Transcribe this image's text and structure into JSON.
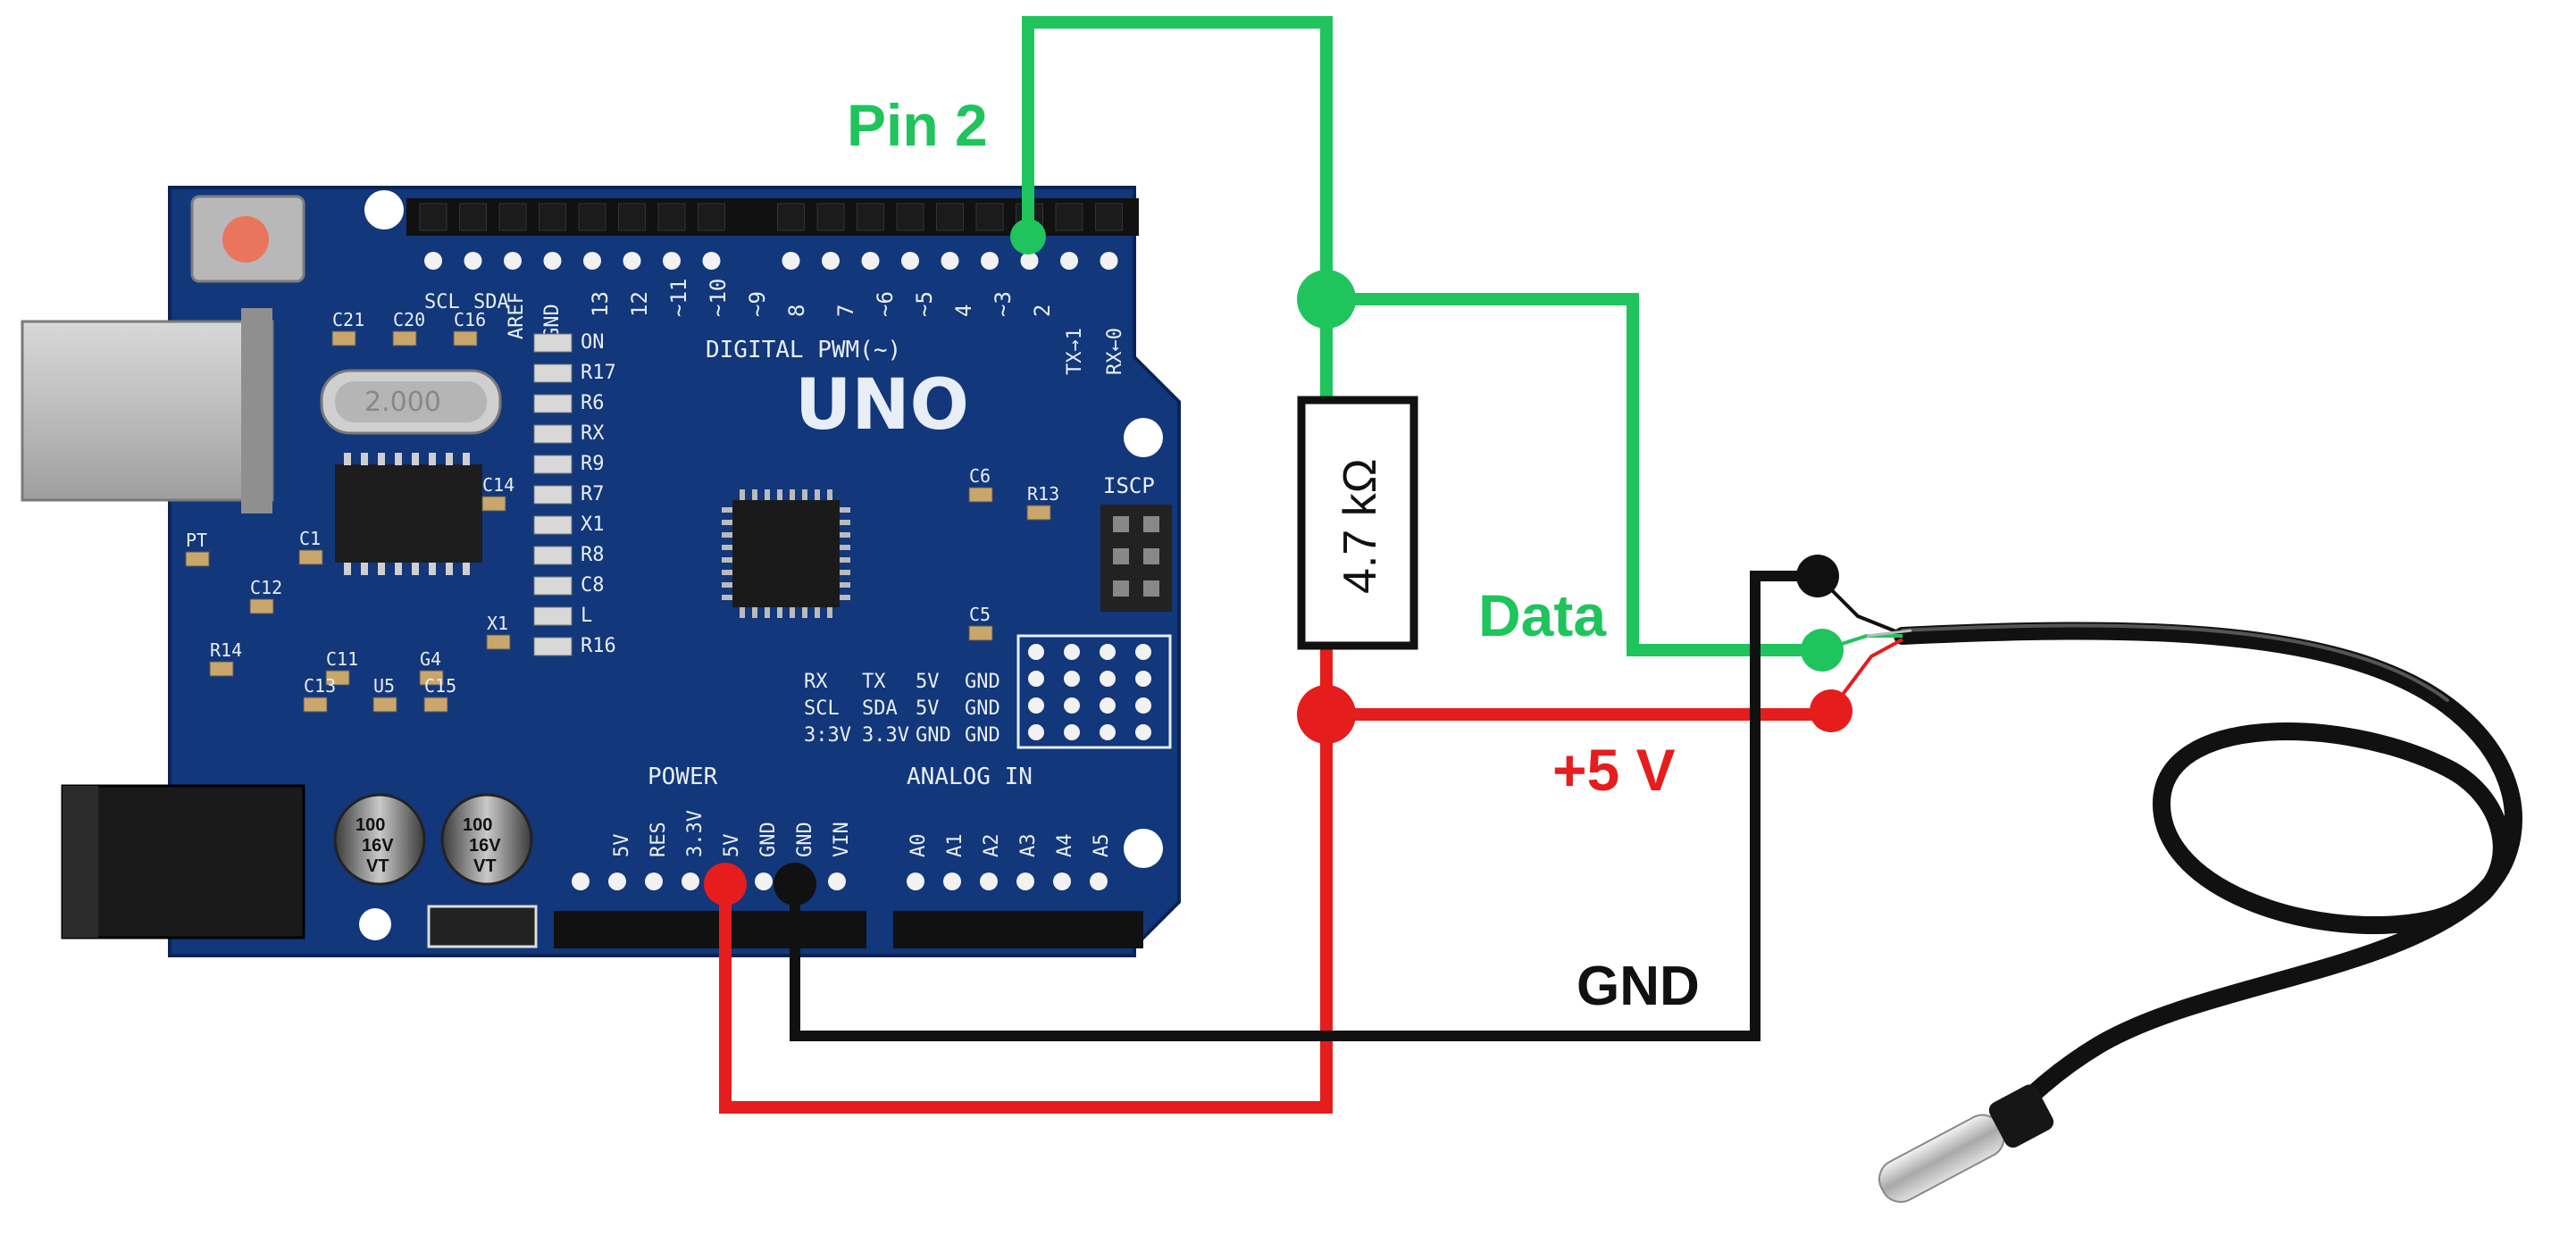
{
  "labels": {
    "pin2": "Pin 2",
    "data": "Data",
    "plus5v": "+5 V",
    "gnd": "GND",
    "resistor": "4.7 kΩ"
  },
  "board": {
    "name": "UNO",
    "digital_header": "DIGITAL PWM(~)",
    "power_header": "POWER",
    "analog_header": "ANALOG IN",
    "icsp": "ISCP",
    "crystal": "2.000",
    "tx_label": "TX→1",
    "rx_label": "RX←0",
    "left_top_labels": [
      "SCL",
      "SDA",
      "AREF",
      "GND"
    ],
    "digital_pins": [
      "13",
      "12",
      "~11",
      "~10",
      "~9",
      "8",
      "7",
      "~6",
      "~5",
      "4",
      "~3",
      "2"
    ],
    "power_pins": [
      "5V",
      "RES",
      "3.3V",
      "5V",
      "GND",
      "GND",
      "VIN"
    ],
    "analog_pins": [
      "A0",
      "A1",
      "A2",
      "A3",
      "A4",
      "A5"
    ],
    "leds": [
      "ON",
      "R17",
      "R6",
      "RX",
      "R9",
      "R7",
      "X1",
      "R8",
      "C8",
      "L",
      "R16"
    ],
    "cap_labels": [
      "C21",
      "C20",
      "C16",
      "C14",
      "C1",
      "C12",
      "C11",
      "G4",
      "C13",
      "U5",
      "C15",
      "R14",
      "PT",
      "C6",
      "R13",
      "C5",
      "X1"
    ],
    "io_table": [
      [
        "RX",
        "TX",
        "5V",
        "GND"
      ],
      [
        "SCL",
        "SDA",
        "5V",
        "GND"
      ],
      [
        "3:3V",
        "3.3V",
        "GND",
        "GND"
      ]
    ],
    "capacitor_text": [
      "100",
      "16V",
      "VT"
    ]
  },
  "colors": {
    "data_wire": "#1fc45c",
    "power_wire": "#e51d1d",
    "ground_wire": "#111111",
    "board": "#12377a"
  }
}
